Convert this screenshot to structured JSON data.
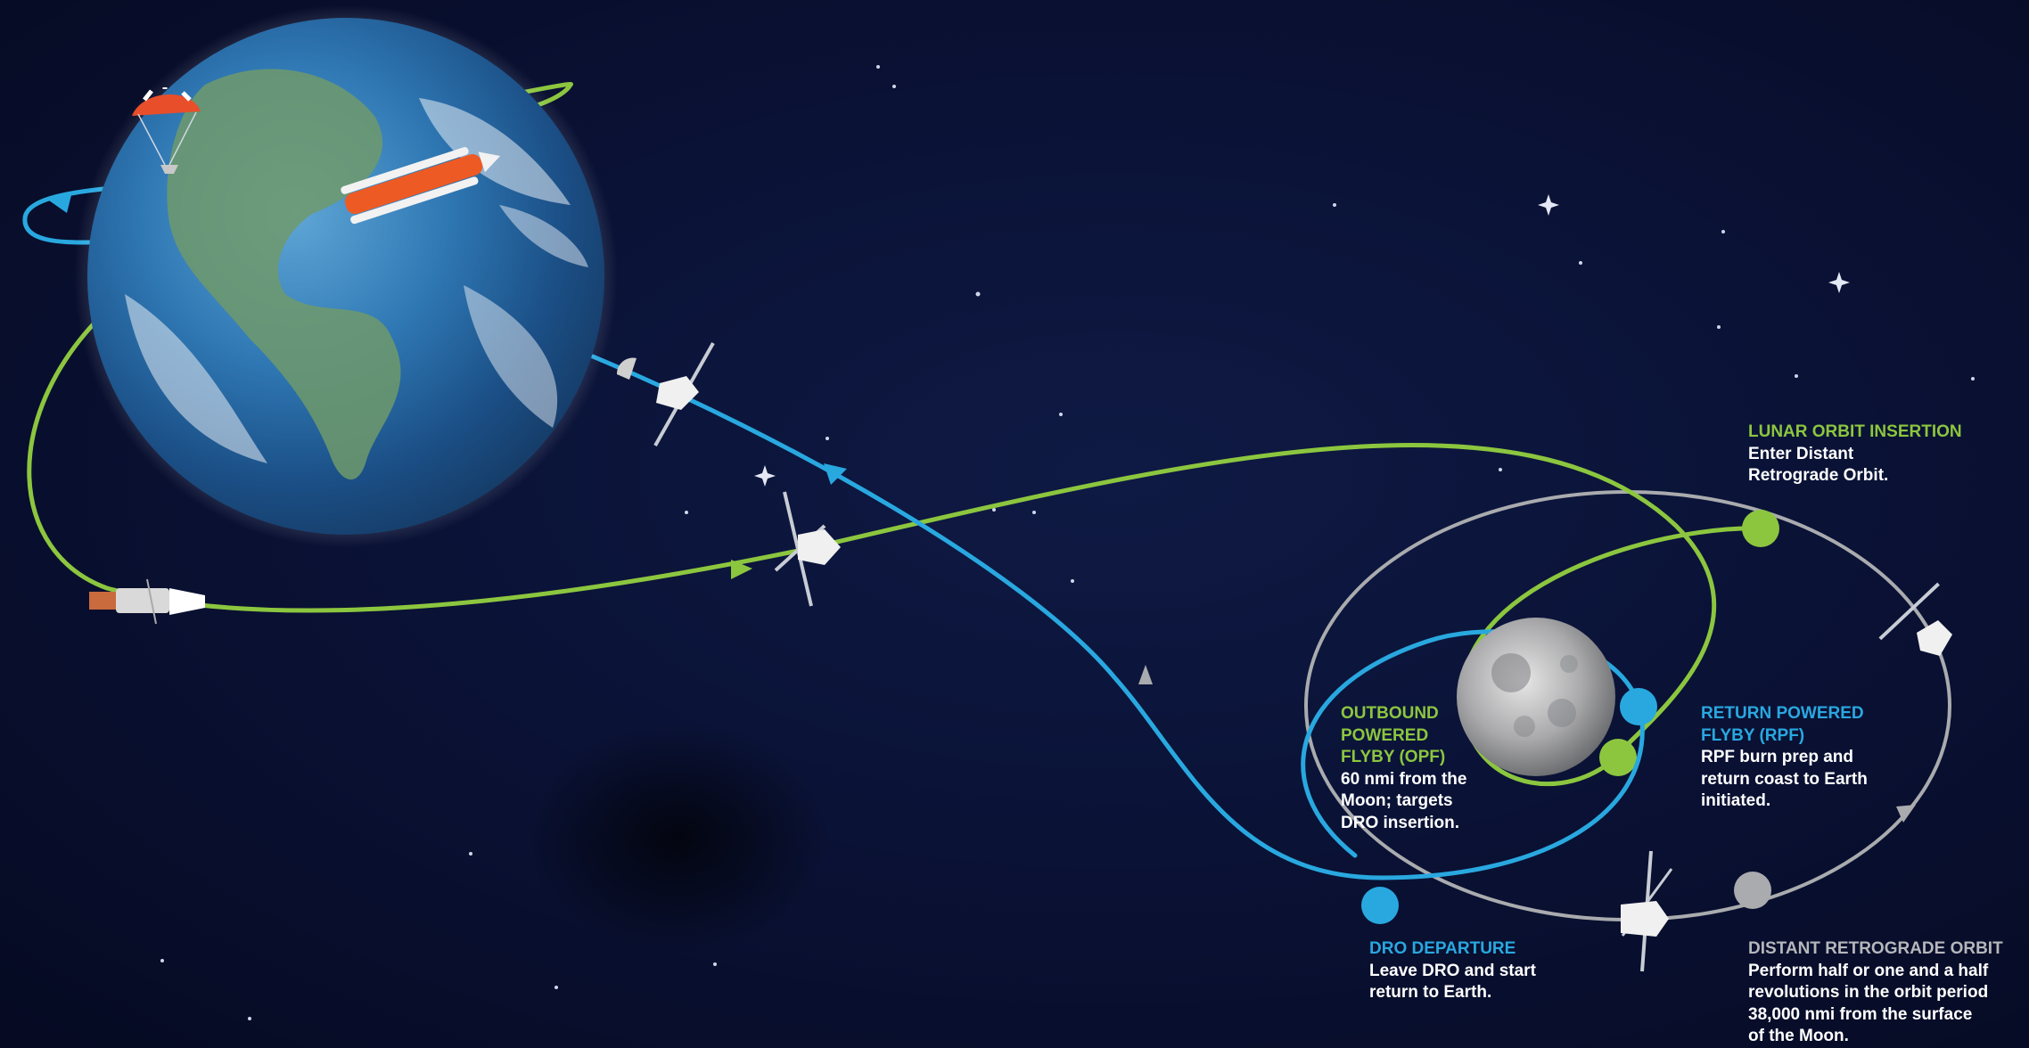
{
  "colors": {
    "background": "#0a1236",
    "outbound_path": "#8cc63f",
    "return_path": "#29a8e0",
    "dro_orbit": "#a9abae",
    "label_text": "#ffffff"
  },
  "icons": [
    "earth-globe",
    "moon",
    "orion-spacecraft",
    "sls-rocket",
    "parachute-capsule",
    "star"
  ],
  "labels": {
    "lunar_orbit_insertion": {
      "title": "LUNAR ORBIT INSERTION",
      "lines": [
        "Enter Distant",
        "Retrograde Orbit."
      ]
    },
    "outbound_powered_flyby": {
      "title_lines": [
        "OUTBOUND",
        "POWERED",
        "FLYBY (OPF)"
      ],
      "lines": [
        "60 nmi from the",
        "Moon; targets",
        "DRO insertion."
      ]
    },
    "return_powered_flyby": {
      "title_lines": [
        "RETURN POWERED",
        "FLYBY (RPF)"
      ],
      "lines": [
        "RPF burn prep and",
        "return coast to Earth",
        "initiated."
      ]
    },
    "dro_departure": {
      "title": "DRO DEPARTURE",
      "lines": [
        "Leave DRO and start",
        "return to Earth."
      ]
    },
    "distant_retrograde_orbit": {
      "title": "DISTANT RETROGRADE ORBIT",
      "lines": [
        "Perform half or one and a half",
        "revolutions in the orbit period",
        "38,000 nmi from the surface",
        "of the Moon."
      ]
    }
  }
}
